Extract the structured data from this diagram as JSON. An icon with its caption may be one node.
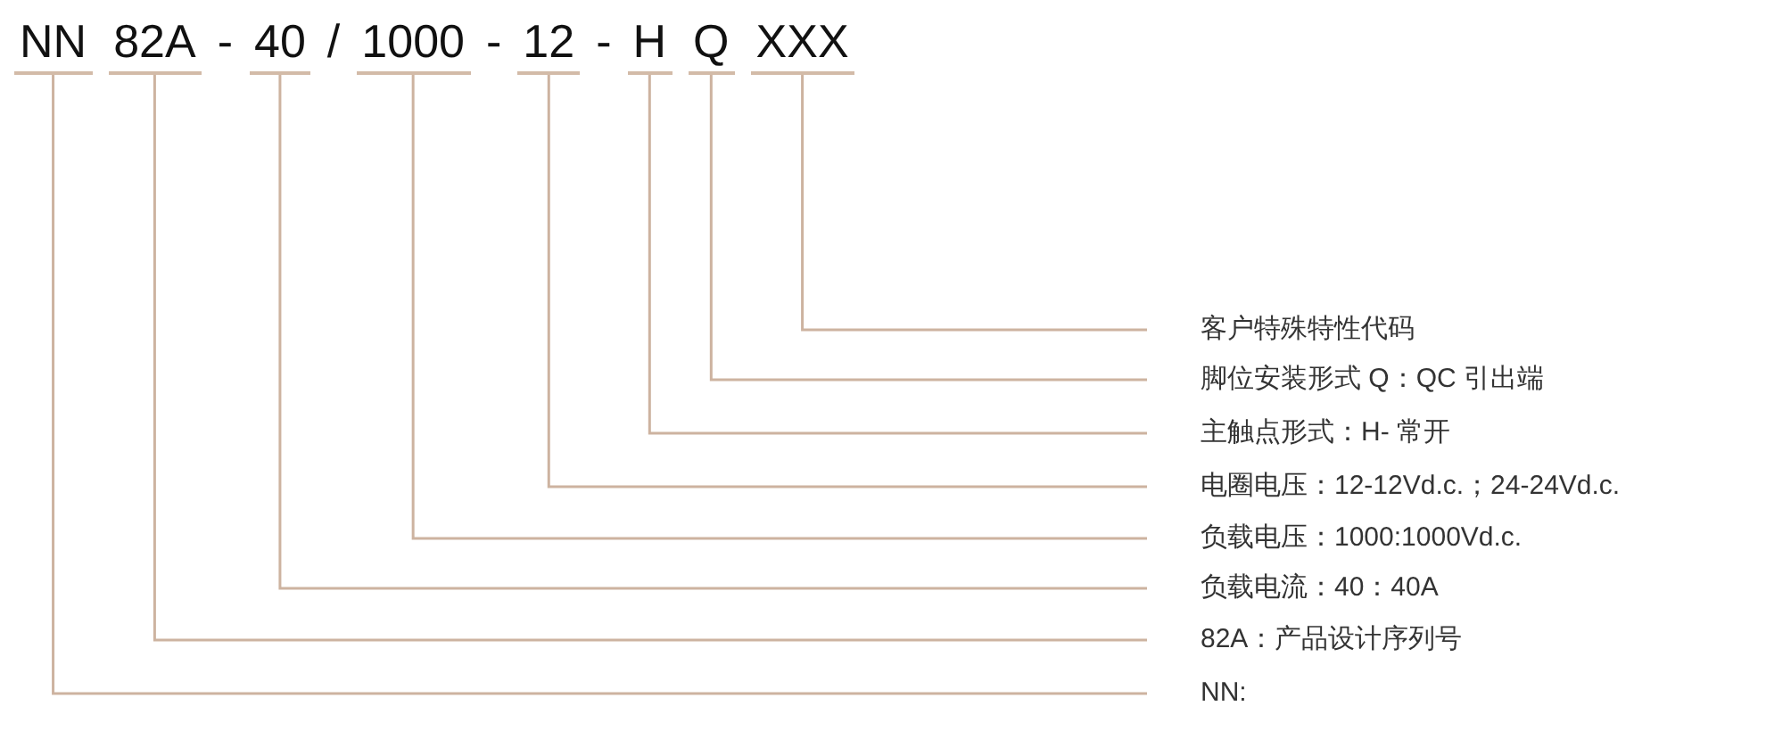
{
  "diagram": {
    "nodes": [
      {
        "text": [
          "NN"
        ]
      },
      {
        "text": [
          "82A"
        ]
      },
      {
        "text": [
          "40"
        ]
      },
      {
        "text": [
          "1000"
        ]
      },
      {
        "text": [
          "12"
        ]
      },
      {
        "text": [
          "H"
        ]
      },
      {
        "text": [
          "Q"
        ]
      },
      {
        "text": [
          "XXX"
        ]
      },
      {
        "text": [
          "客户特殊特性代码"
        ]
      },
      {
        "text": [
          "脚位安装形式 Q：QC 引出端"
        ]
      },
      {
        "text": [
          "主触点形式：H- 常开"
        ]
      },
      {
        "text": [
          "电圈电压：12-12Vd.c.；24-24Vd.c."
        ]
      },
      {
        "text": [
          "负载电压：1000:1000Vd.c."
        ]
      },
      {
        "text": [
          "负载电流：40：40A"
        ]
      },
      {
        "text": [
          "82A：产品设计序列号"
        ]
      },
      {
        "text": [
          "NN:"
        ]
      }
    ],
    "edges": [
      {
        "from": 0,
        "to": 15,
        "arrow": "none"
      },
      {
        "from": 1,
        "to": 14,
        "arrow": "none"
      },
      {
        "from": 2,
        "to": 13,
        "arrow": "none"
      },
      {
        "from": 3,
        "to": 12,
        "arrow": "none"
      },
      {
        "from": 4,
        "to": 11,
        "arrow": "none"
      },
      {
        "from": 5,
        "to": 10,
        "arrow": "none"
      },
      {
        "from": 6,
        "to": 9,
        "arrow": "none"
      },
      {
        "from": 7,
        "to": 8,
        "arrow": "none"
      }
    ],
    "labels": [
      "-",
      "/",
      "-",
      "-"
    ]
  }
}
